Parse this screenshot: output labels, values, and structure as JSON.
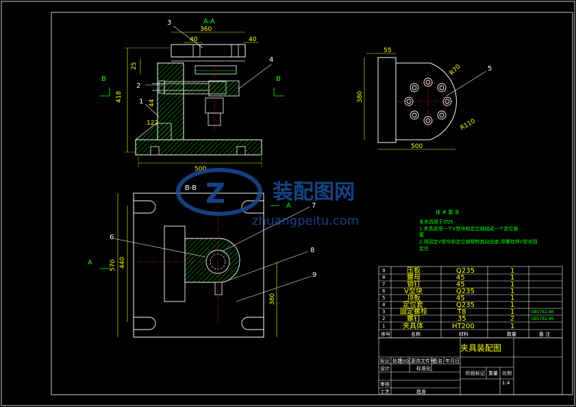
{
  "colors": {
    "background": "#000000",
    "frame": "#ffffff",
    "outline": "#ffffff",
    "dimension": "#ffff00",
    "hatch": "#00ff00",
    "center_line": "#ff0000",
    "leader": "#ffffff",
    "watermark": "#1a4f9e"
  },
  "views": {
    "section_aa": "A-A",
    "section_bb": "B-B",
    "cut_b_left": "B",
    "cut_b_right": "B",
    "cut_a_left": "A",
    "cut_a_right": "A"
  },
  "dims": {
    "top_width": "360",
    "slot_a": "40",
    "slot_b": "40",
    "left_height": "418",
    "left_small": "25",
    "base_a": "122",
    "base_b": "44",
    "base_width": "500",
    "side_top": "55",
    "side_radius": "R70",
    "side_height": "380",
    "side_radius2": "R110",
    "side_width": "500",
    "plan_height_outer": "570",
    "plan_height_inner": "440",
    "plan_right": "380"
  },
  "part_labels": [
    "1",
    "2",
    "3",
    "4",
    "5",
    "6",
    "7",
    "8",
    "9"
  ],
  "watermark": {
    "brand": "装配图网",
    "url": "zhuangpeitu.com"
  },
  "tech_requirements": {
    "title": "技 术 要 求",
    "lines": [
      "本夹具用于ZQ5",
      "1.夹具是用一个V型块和定位销组成一个定位装",
      "置",
      "2.用固定V型块和定位销限制其自由度,用螺栓将V型块固",
      "定住"
    ]
  },
  "bom": {
    "rows": [
      {
        "no": "9",
        "name": "压板",
        "material": "Q235",
        "qty": "1",
        "std": ""
      },
      {
        "no": "8",
        "name": "螺母",
        "material": "45",
        "qty": "1",
        "std": ""
      },
      {
        "no": "7",
        "name": "销钉",
        "material": "45",
        "qty": "1",
        "std": ""
      },
      {
        "no": "6",
        "name": "V型块",
        "material": "Q235",
        "qty": "1",
        "std": ""
      },
      {
        "no": "5",
        "name": "顶板",
        "material": "45",
        "qty": "1",
        "std": ""
      },
      {
        "no": "4",
        "name": "定位套",
        "material": "Q235",
        "qty": "1",
        "std": ""
      },
      {
        "no": "3",
        "name": "固定螺栓",
        "material": "T8",
        "qty": "1",
        "std": "GB5782-86"
      },
      {
        "no": "2",
        "name": "螺钉",
        "material": "35",
        "qty": "2",
        "std": "GB5782-86"
      },
      {
        "no": "1",
        "name": "夹具体",
        "material": "HT200",
        "qty": "1",
        "std": ""
      }
    ],
    "headers": {
      "no": "序号",
      "name": "名称",
      "material": "材料",
      "qty": "数量",
      "remark": "备 注"
    }
  },
  "title_block": {
    "drawing_title": "夹具装配图",
    "cells": [
      "标记",
      "处数",
      "分区",
      "更改文件号",
      "签名",
      "年月日",
      "设计",
      "标准化",
      "阶段标记",
      "重量",
      "比例",
      "审核",
      "工艺",
      "批准",
      "1:4"
    ]
  }
}
